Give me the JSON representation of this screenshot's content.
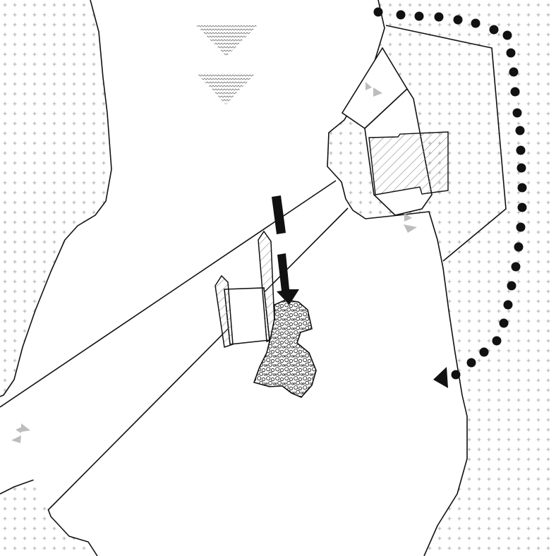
{
  "colors": {
    "background": "#ffffff",
    "ink": "#111111",
    "grid_mark": "#9a9a9a",
    "hatch": "#8c8c8c",
    "flow_marker": "#bdbdbd",
    "wave_marker": "#777777"
  },
  "icons": {
    "flow_direction": "small-gray-double-triangle",
    "water_flow": "zigzag-triangle",
    "movement_arrow": "black-down-arrow",
    "route_direction": "black-triangle-arrowhead"
  }
}
